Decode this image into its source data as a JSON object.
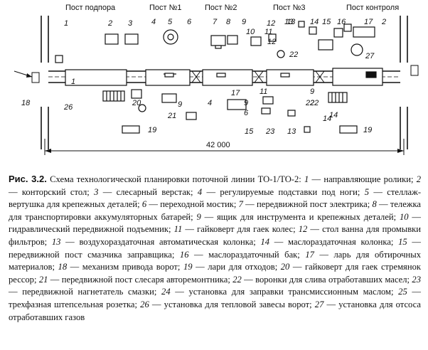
{
  "figure": {
    "posts": [
      "Пост подпора",
      "Пост №1",
      "Пост №2",
      "Пост №3",
      "Пост контроля"
    ],
    "dimension": "42 000",
    "callouts": [
      "1",
      "2",
      "3",
      "4",
      "5",
      "6",
      "7",
      "8",
      "9",
      "10",
      "11",
      "12",
      "13",
      "14",
      "15",
      "16",
      "17",
      "2",
      "27",
      "22",
      "1",
      "18",
      "26",
      "20",
      "9",
      "21",
      "4",
      "17",
      "9",
      "6",
      "22",
      "9",
      "11",
      "14",
      "15",
      "23",
      "13",
      "19",
      "19",
      "12",
      "13",
      "14",
      "22"
    ]
  },
  "caption": {
    "title": "Рис. 3.2.",
    "lead": " Схема технологической планировки поточной линии ТО-1/ТО-2: ",
    "items": [
      {
        "n": "1",
        "t": "направляющие ролики"
      },
      {
        "n": "2",
        "t": "конторский стол"
      },
      {
        "n": "3",
        "t": "слесарный верстак"
      },
      {
        "n": "4",
        "t": "регулируемые подставки под ноги"
      },
      {
        "n": "5",
        "t": "стеллаж-вертушка для крепежных деталей"
      },
      {
        "n": "6",
        "t": "переходной мостик"
      },
      {
        "n": "7",
        "t": "передвижной пост электрика"
      },
      {
        "n": "8",
        "t": "тележка для транспортировки аккумуляторных батарей"
      },
      {
        "n": "9",
        "t": "ящик для инструмента и крепежных деталей"
      },
      {
        "n": "10",
        "t": "гидравлический передвижной подъемник"
      },
      {
        "n": "11",
        "t": "гайковерт для гаек колес"
      },
      {
        "n": "12",
        "t": "стол ванна для промывки фильтров"
      },
      {
        "n": "13",
        "t": "воздухораздаточная автоматическая колонка"
      },
      {
        "n": "14",
        "t": "маслораздаточная колонка"
      },
      {
        "n": "15",
        "t": "передвижной пост смазчика заправщика"
      },
      {
        "n": "16",
        "t": "маслораздаточный бак"
      },
      {
        "n": "17",
        "t": "ларь для обтирочных материалов"
      },
      {
        "n": "18",
        "t": "механизм привода ворот"
      },
      {
        "n": "19",
        "t": "лари для отходов"
      },
      {
        "n": "20",
        "t": "гайковерт для гаек стремянок рессор"
      },
      {
        "n": "21",
        "t": "передвижной пост слесаря авторемонтника"
      },
      {
        "n": "22",
        "t": "воронки для слива отработавших масел"
      },
      {
        "n": "23",
        "t": "передвижной нагнетатель смазки"
      },
      {
        "n": "24",
        "t": "установка для заправки трансмиссионным маслом"
      },
      {
        "n": "25",
        "t": "трехфазная штепсельная розетка"
      },
      {
        "n": "26",
        "t": "установка для тепловой завесы ворот"
      },
      {
        "n": "27",
        "t": "установка для отсоса отработавших газов"
      }
    ]
  }
}
